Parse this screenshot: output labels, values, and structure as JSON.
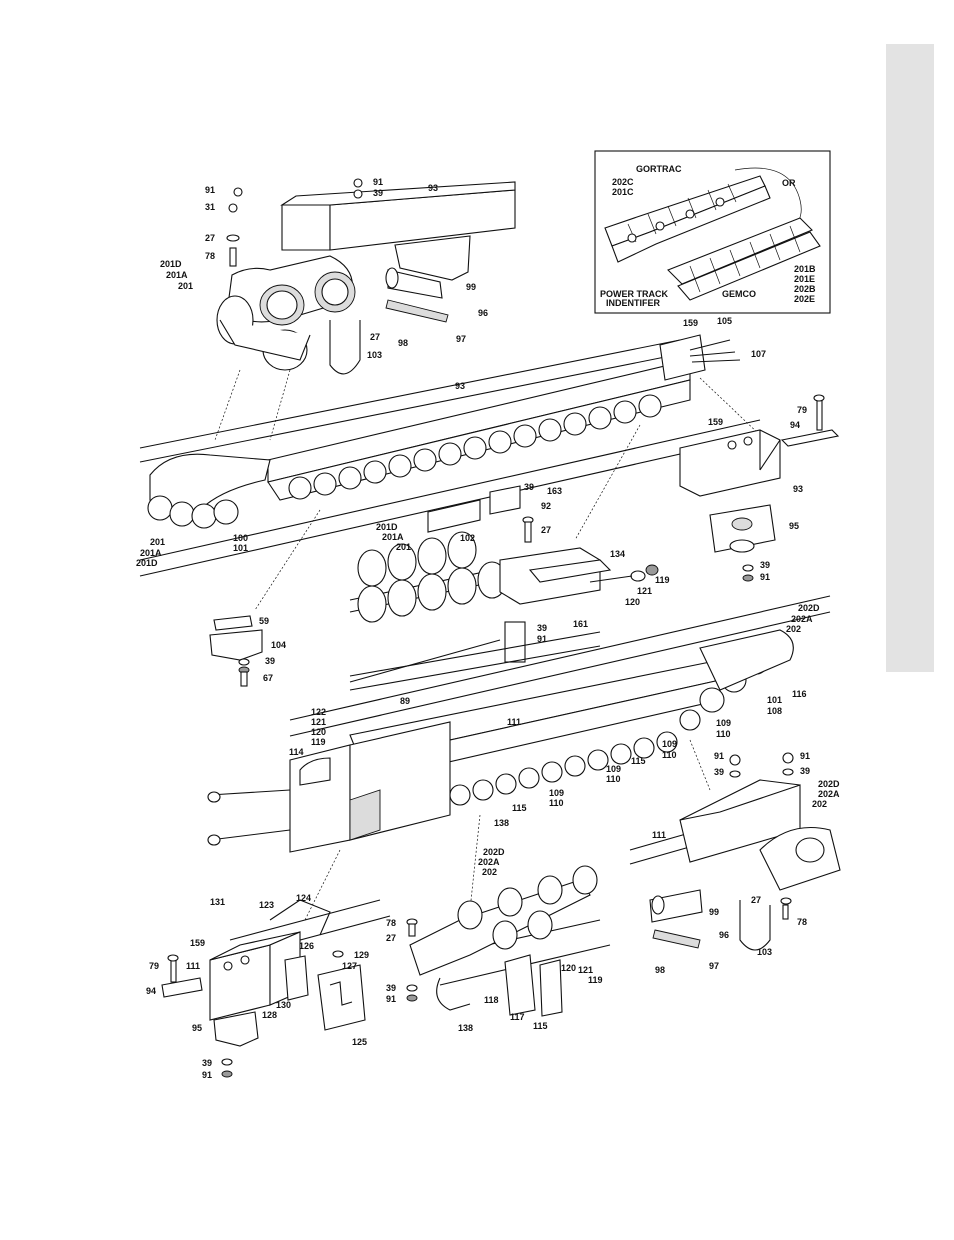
{
  "inset": {
    "gortrac": "GORTRAC",
    "or": "OR",
    "gemco": "GEMCO",
    "identifier_line1": "POWER TRACK",
    "identifier_line2": "INDENTIFER",
    "gortrac_parts": [
      "202C",
      "201C"
    ],
    "gemco_parts": [
      "201B",
      "201E",
      "202B",
      "202E"
    ]
  },
  "callouts": [
    {
      "id": "c1",
      "text": "91"
    },
    {
      "id": "c2",
      "text": "31"
    },
    {
      "id": "c3",
      "text": "27"
    },
    {
      "id": "c4",
      "text": "78"
    },
    {
      "id": "c5",
      "text": "201D"
    },
    {
      "id": "c6",
      "text": "201A"
    },
    {
      "id": "c7",
      "text": "201"
    },
    {
      "id": "c8",
      "text": "91"
    },
    {
      "id": "c9",
      "text": "39"
    },
    {
      "id": "c10",
      "text": "93"
    },
    {
      "id": "c11",
      "text": "99"
    },
    {
      "id": "c12",
      "text": "96"
    },
    {
      "id": "c13",
      "text": "97"
    },
    {
      "id": "c14",
      "text": "98"
    },
    {
      "id": "c15",
      "text": "27"
    },
    {
      "id": "c16",
      "text": "103"
    },
    {
      "id": "c17",
      "text": "159"
    },
    {
      "id": "c18",
      "text": "105"
    },
    {
      "id": "c19",
      "text": "107"
    },
    {
      "id": "c20",
      "text": "93"
    },
    {
      "id": "c21",
      "text": "79"
    },
    {
      "id": "c22",
      "text": "94"
    },
    {
      "id": "c23",
      "text": "159"
    },
    {
      "id": "c24",
      "text": "93"
    },
    {
      "id": "c25",
      "text": "95"
    },
    {
      "id": "c26",
      "text": "39"
    },
    {
      "id": "c27",
      "text": "91"
    },
    {
      "id": "c28",
      "text": "39"
    },
    {
      "id": "c29",
      "text": "163"
    },
    {
      "id": "c30",
      "text": "92"
    },
    {
      "id": "c31",
      "text": "27"
    },
    {
      "id": "c32",
      "text": "201"
    },
    {
      "id": "c33",
      "text": "201A"
    },
    {
      "id": "c34",
      "text": "201D"
    },
    {
      "id": "c35",
      "text": "100"
    },
    {
      "id": "c36",
      "text": "101"
    },
    {
      "id": "c37",
      "text": "201D"
    },
    {
      "id": "c38",
      "text": "201A"
    },
    {
      "id": "c39",
      "text": "201"
    },
    {
      "id": "c40",
      "text": "102"
    },
    {
      "id": "c41",
      "text": "134"
    },
    {
      "id": "c42",
      "text": "119"
    },
    {
      "id": "c43",
      "text": "121"
    },
    {
      "id": "c44",
      "text": "120"
    },
    {
      "id": "c45",
      "text": "161"
    },
    {
      "id": "c46",
      "text": "39"
    },
    {
      "id": "c47",
      "text": "91"
    },
    {
      "id": "c48",
      "text": "59"
    },
    {
      "id": "c49",
      "text": "104"
    },
    {
      "id": "c50",
      "text": "39"
    },
    {
      "id": "c51",
      "text": "67"
    },
    {
      "id": "c52",
      "text": "89"
    },
    {
      "id": "c53",
      "text": "202D"
    },
    {
      "id": "c54",
      "text": "202A"
    },
    {
      "id": "c55",
      "text": "202"
    },
    {
      "id": "c56",
      "text": "116"
    },
    {
      "id": "c57",
      "text": "101"
    },
    {
      "id": "c58",
      "text": "108"
    },
    {
      "id": "c59",
      "text": "122"
    },
    {
      "id": "c60",
      "text": "121"
    },
    {
      "id": "c61",
      "text": "120"
    },
    {
      "id": "c62",
      "text": "119"
    },
    {
      "id": "c63",
      "text": "111"
    },
    {
      "id": "c64",
      "text": "114"
    },
    {
      "id": "c65",
      "text": "109"
    },
    {
      "id": "c66",
      "text": "110"
    },
    {
      "id": "c67",
      "text": "109"
    },
    {
      "id": "c68",
      "text": "110"
    },
    {
      "id": "c69",
      "text": "115"
    },
    {
      "id": "c70",
      "text": "109"
    },
    {
      "id": "c71",
      "text": "110"
    },
    {
      "id": "c72",
      "text": "109"
    },
    {
      "id": "c73",
      "text": "110"
    },
    {
      "id": "c74",
      "text": "115"
    },
    {
      "id": "c75",
      "text": "138"
    },
    {
      "id": "c76",
      "text": "91"
    },
    {
      "id": "c77",
      "text": "39"
    },
    {
      "id": "c78",
      "text": "91"
    },
    {
      "id": "c79",
      "text": "39"
    },
    {
      "id": "c80",
      "text": "202D"
    },
    {
      "id": "c81",
      "text": "202A"
    },
    {
      "id": "c82",
      "text": "202"
    },
    {
      "id": "c83",
      "text": "111"
    },
    {
      "id": "c84",
      "text": "202D"
    },
    {
      "id": "c85",
      "text": "202A"
    },
    {
      "id": "c86",
      "text": "202"
    },
    {
      "id": "c87",
      "text": "131"
    },
    {
      "id": "c88",
      "text": "123"
    },
    {
      "id": "c89",
      "text": "124"
    },
    {
      "id": "c90",
      "text": "159"
    },
    {
      "id": "c91",
      "text": "126"
    },
    {
      "id": "c92",
      "text": "129"
    },
    {
      "id": "c93",
      "text": "127"
    },
    {
      "id": "c94",
      "text": "79"
    },
    {
      "id": "c95",
      "text": "111"
    },
    {
      "id": "c96",
      "text": "94"
    },
    {
      "id": "c97",
      "text": "130"
    },
    {
      "id": "c98",
      "text": "128"
    },
    {
      "id": "c99",
      "text": "95"
    },
    {
      "id": "c100",
      "text": "125"
    },
    {
      "id": "c101",
      "text": "39"
    },
    {
      "id": "c102",
      "text": "91"
    },
    {
      "id": "c103",
      "text": "78"
    },
    {
      "id": "c104",
      "text": "27"
    },
    {
      "id": "c105",
      "text": "39"
    },
    {
      "id": "c106",
      "text": "91"
    },
    {
      "id": "c107",
      "text": "118"
    },
    {
      "id": "c108",
      "text": "117"
    },
    {
      "id": "c109",
      "text": "115"
    },
    {
      "id": "c110",
      "text": "138"
    },
    {
      "id": "c111",
      "text": "120"
    },
    {
      "id": "c112",
      "text": "121"
    },
    {
      "id": "c113",
      "text": "119"
    },
    {
      "id": "c114",
      "text": "99"
    },
    {
      "id": "c115",
      "text": "96"
    },
    {
      "id": "c116",
      "text": "97"
    },
    {
      "id": "c117",
      "text": "98"
    },
    {
      "id": "c118",
      "text": "27"
    },
    {
      "id": "c119",
      "text": "78"
    },
    {
      "id": "c120",
      "text": "103"
    }
  ]
}
